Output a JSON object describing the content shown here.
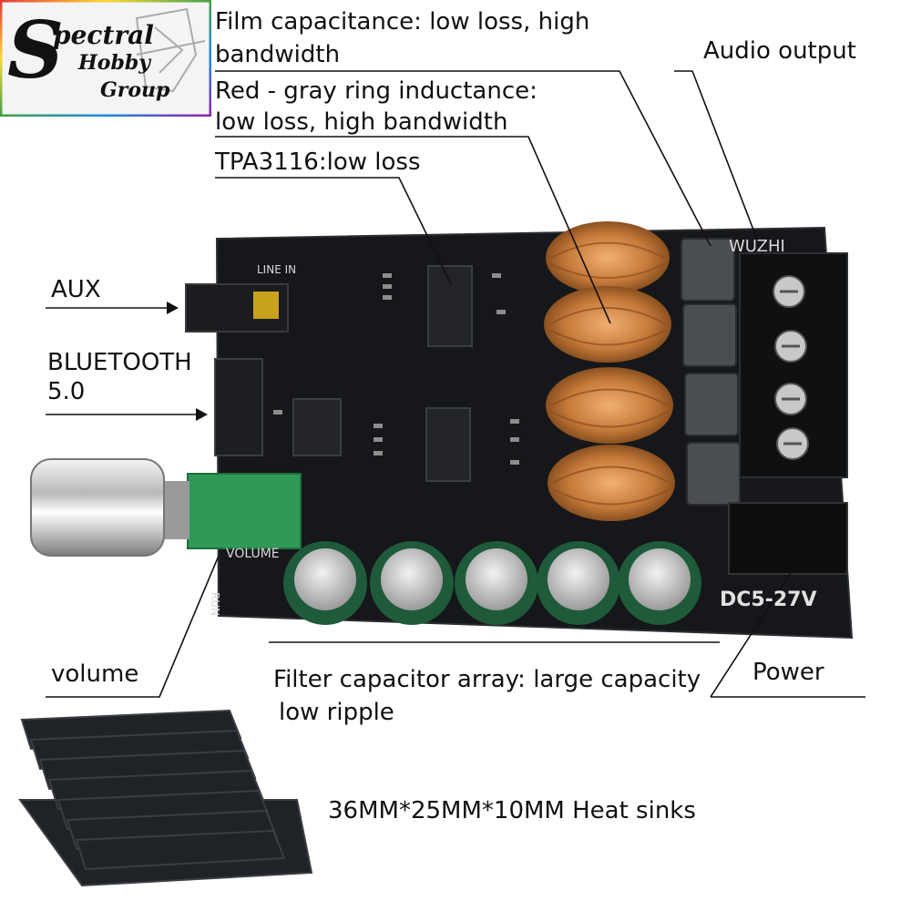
{
  "logo": {
    "initial": "S",
    "line1": "pectral",
    "line2": "Hobby",
    "line3": "Group"
  },
  "labels": {
    "film_cap": [
      "Film capacitance: low loss, high",
      "bandwidth"
    ],
    "inductance": [
      "Red - gray ring inductance:",
      "low loss, high bandwidth"
    ],
    "chip": "TPA3116:low loss",
    "audio_output": "Audio output",
    "aux": "AUX",
    "bluetooth": [
      "BLUETOOTH",
      "5.0"
    ],
    "volume": "volume",
    "filter_cap": [
      "Filter capacitor array: large capacity",
      "low ripple"
    ],
    "power": "Power",
    "heatsink": "36MM*25MM*10MM Heat sinks"
  },
  "board": {
    "brand": "WUZHI",
    "line_in": "LINE IN",
    "volume_silk": "VOLUME",
    "dc_silk": "DC5-27V",
    "run_silk": "RUN"
  },
  "colors": {
    "pcb": "#15171a",
    "copper": "#c57a3a",
    "cap_green": "#1f5a3a",
    "pot_green": "#2f9a58"
  }
}
